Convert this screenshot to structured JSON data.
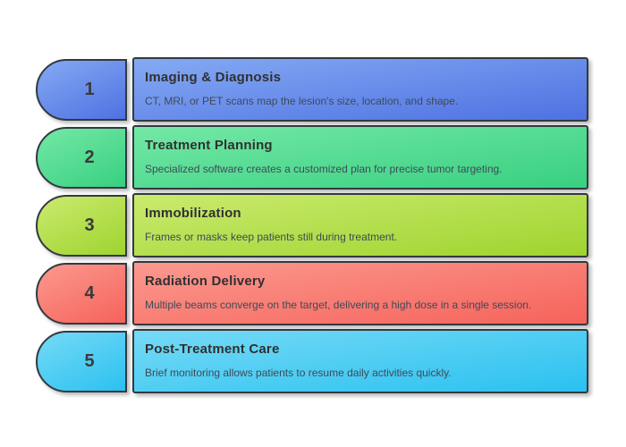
{
  "page": {
    "background": "#ffffff",
    "border_color": "#333940",
    "title_color": "#303030",
    "description_color": "#3e4a57",
    "number_color": "#3a3a3a"
  },
  "steps": [
    {
      "number": "1",
      "title": "Imaging & Diagnosis",
      "description": "CT, MRI, or PET scans map the lesion's size, location, and shape.",
      "color_light": "#85aaf3",
      "color_dark": "#4e71e2"
    },
    {
      "number": "2",
      "title": "Treatment Planning",
      "description": "Specialized software creates a customized plan for precise tumor targeting.",
      "color_light": "#74e8a6",
      "color_dark": "#38d081"
    },
    {
      "number": "3",
      "title": "Immobilization",
      "description": "Frames or masks keep patients still during treatment.",
      "color_light": "#cbea6e",
      "color_dark": "#9ed42f"
    },
    {
      "number": "4",
      "title": "Radiation Delivery",
      "description": "Multiple beams converge on the target, delivering a high dose in a single session.",
      "color_light": "#fb998f",
      "color_dark": "#f6635b"
    },
    {
      "number": "5",
      "title": "Post-Treatment Care",
      "description": "Brief monitoring allows patients to resume daily activities quickly.",
      "color_light": "#76daf6",
      "color_dark": "#2bc1f0"
    }
  ]
}
